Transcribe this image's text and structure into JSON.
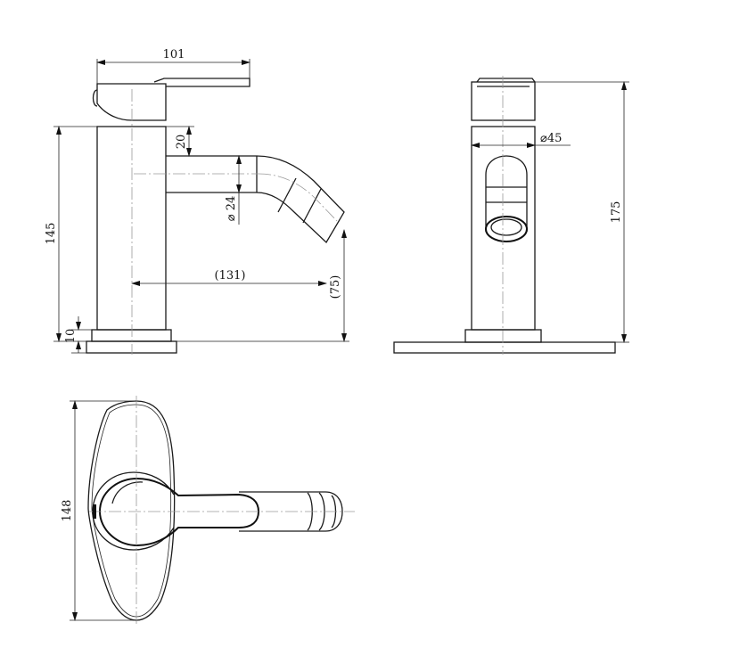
{
  "drawing": {
    "views": [
      "side-view",
      "front-view",
      "top-view"
    ],
    "dimensions": {
      "overall_length": "101",
      "spout_drop": "20",
      "spout_diameter": "⌀ 24",
      "body_height": "145",
      "base_thickness": "10",
      "spout_reach": "(131)",
      "outlet_height": "(75)",
      "body_diameter": "⌀45",
      "overall_height": "175",
      "base_length": "148"
    }
  }
}
